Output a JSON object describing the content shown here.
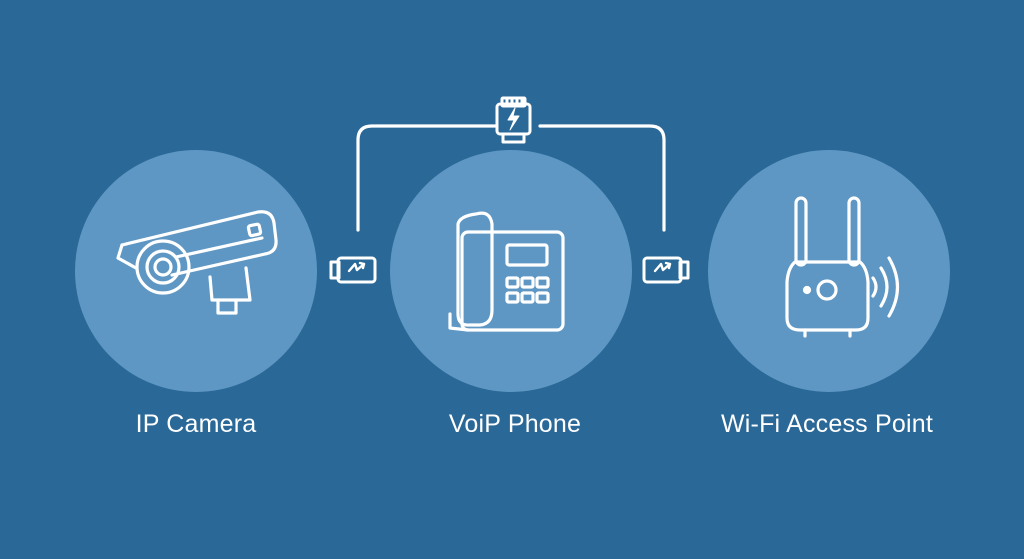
{
  "theme": {
    "background": "#2a6898",
    "circle_fill": "#5e97c4",
    "stroke": "#ffffff"
  },
  "devices": [
    {
      "label": "IP Camera",
      "icon": "security-camera-icon"
    },
    {
      "label": "VoiP Phone",
      "icon": "desk-phone-icon"
    },
    {
      "label": "Wi-Fi Access Point",
      "icon": "wifi-access-point-icon"
    }
  ],
  "connectors": {
    "top_plug_icon": "ethernet-plug-icon",
    "side_plug_icon": "power-connector-icon"
  }
}
